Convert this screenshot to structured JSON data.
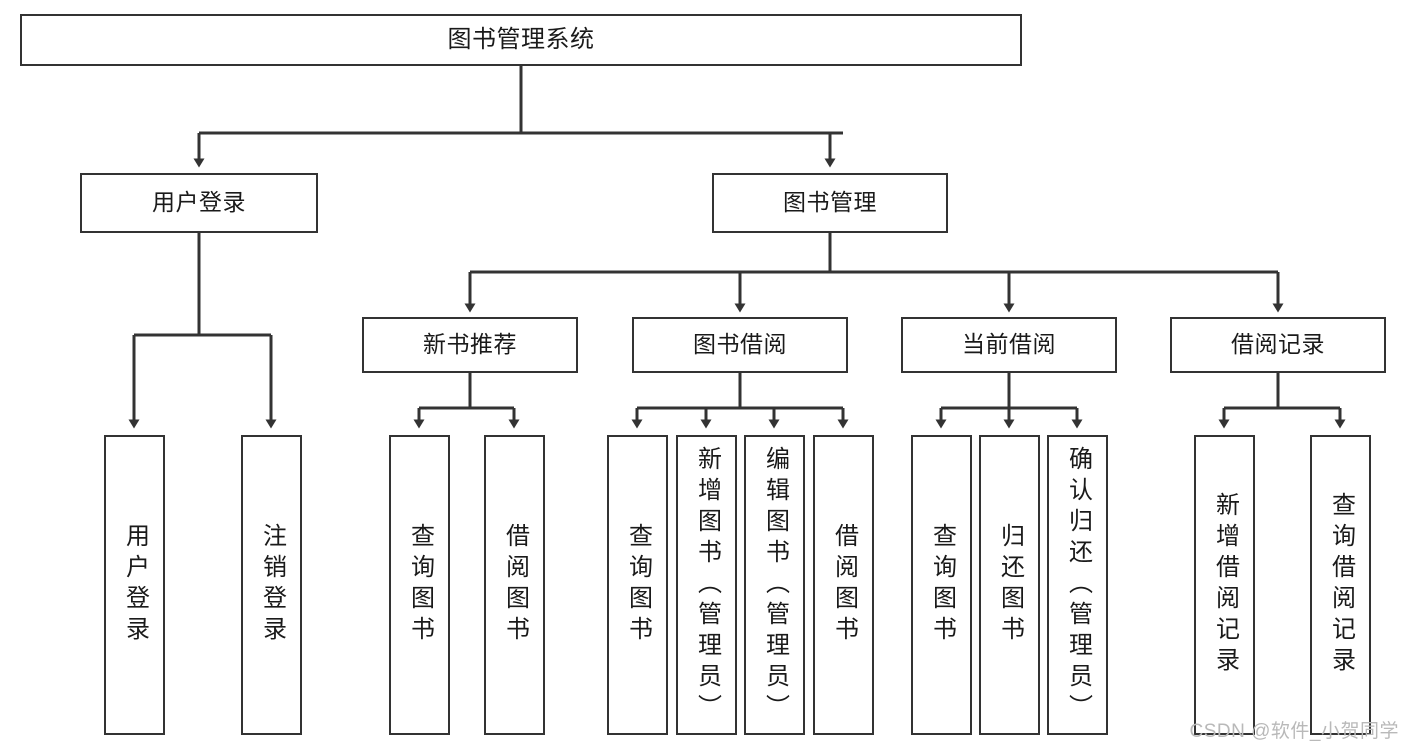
{
  "diagram": {
    "title": "图书管理系统",
    "type": "tree-hierarchy",
    "watermark": "CSDN @软件_小贺同学",
    "line_color": "#333333",
    "box_fill": "#ffffff",
    "text_color": "#1a1a1a"
  },
  "nodes": {
    "root": {
      "label": "图书管理系统"
    },
    "level1": [
      {
        "label": "用户登录"
      },
      {
        "label": "图书管理"
      }
    ],
    "level2": [
      {
        "label": "新书推荐"
      },
      {
        "label": "图书借阅"
      },
      {
        "label": "当前借阅"
      },
      {
        "label": "借阅记录"
      }
    ],
    "leaves": {
      "user_login": [
        {
          "label": "用户登录"
        },
        {
          "label": "注销登录"
        }
      ],
      "new_book_recommend": [
        {
          "label": "查询图书"
        },
        {
          "label": "借阅图书"
        }
      ],
      "book_borrow": [
        {
          "label": "查询图书"
        },
        {
          "label": "新增图书（管理员）"
        },
        {
          "label": "编辑图书（管理员）"
        },
        {
          "label": "借阅图书"
        }
      ],
      "current_borrow": [
        {
          "label": "查询图书"
        },
        {
          "label": "归还图书"
        },
        {
          "label": "确认归还（管理员）"
        }
      ],
      "borrow_record": [
        {
          "label": "新增借阅记录"
        },
        {
          "label": "查询借阅记录"
        }
      ]
    }
  }
}
